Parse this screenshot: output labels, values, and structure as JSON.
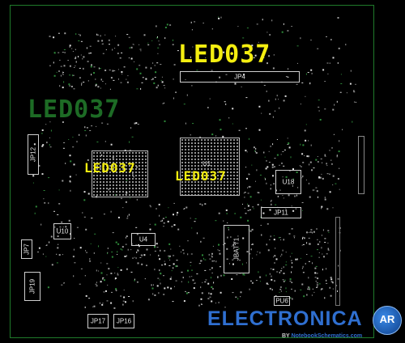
{
  "watermarks": {
    "top_yellow": "LED037",
    "left_green": "LED037",
    "mid_left_yellow": "LED037",
    "mid_right_yellow": "LED037"
  },
  "labels": {
    "jp4": "JP4",
    "jp12": "JP12",
    "u18": "U18",
    "jp11": "JP11",
    "u10": "U10",
    "u4": "U4",
    "jbatt1": "JBATT1",
    "jp7": "JP7",
    "jp19": "JP19",
    "jp17": "JP17",
    "jp16": "JP16",
    "pu6": "PU6",
    "u1": "U1"
  },
  "logo": {
    "name": "ELECTRONICA",
    "badge": "AR",
    "by": "BY",
    "site": "NotebookSchematics.com"
  },
  "colors": {
    "background": "#000000",
    "trace_outline": "#1f7a2a",
    "watermark_yellow": "#f4ee10",
    "watermark_green": "#1d6b25",
    "logo_blue": "#2f6fd0"
  }
}
